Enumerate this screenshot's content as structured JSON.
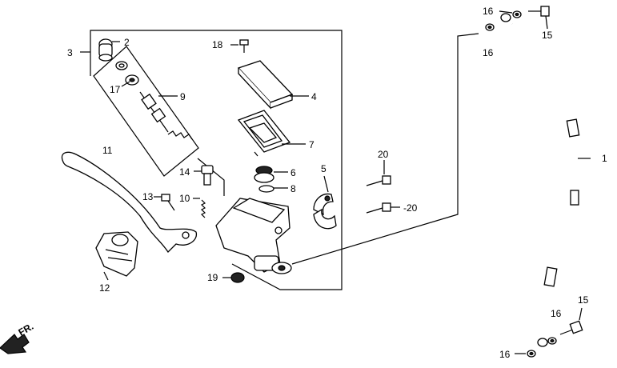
{
  "callouts": {
    "c1": "1",
    "c2": "2",
    "c3": "3",
    "c4": "4",
    "c5": "5",
    "c6": "6",
    "c7": "7",
    "c8": "8",
    "c9": "9",
    "c10": "10",
    "c11": "11",
    "c12": "12",
    "c13": "13",
    "c14": "14",
    "c15a": "15",
    "c15b": "15",
    "c16a": "16",
    "c16b": "16",
    "c16c": "16",
    "c16d": "16",
    "c17": "17",
    "c18": "18",
    "c19": "19",
    "c20a": "20",
    "c20b": "-20"
  },
  "direction": {
    "label": "FR."
  }
}
